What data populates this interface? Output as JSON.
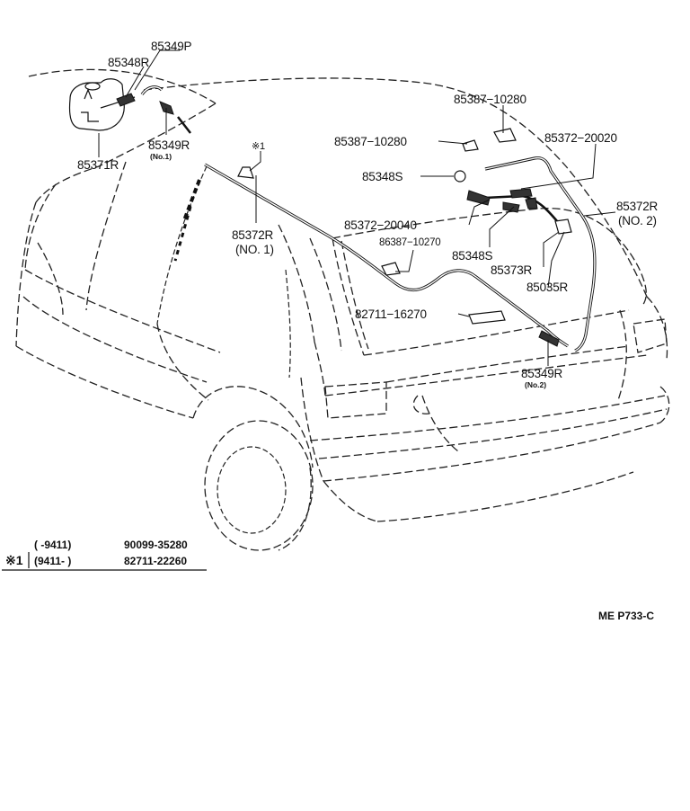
{
  "labels": {
    "p85349P": "85349P",
    "p85348R": "85348R",
    "p85349R_1": "85349R",
    "p85349R_1_sub": "(No.1)",
    "p85371R": "85371R",
    "ref_mark": "※1",
    "p85372R_1": "85372R",
    "p85372R_1_sub": "(NO. 1)",
    "p85387_10280_a": "85387−10280",
    "p85387_10280_b": "85387−10280",
    "p85372_20020": "85372−20020",
    "p85348S_a": "85348S",
    "p85372R_2": "85372R",
    "p85372R_2_sub": "(NO. 2)",
    "p85372_20040": "85372−20040",
    "p86387_10270": "86387−10270",
    "p85348S_b": "85348S",
    "p85373R": "85373R",
    "p85035R": "85035R",
    "p82711_16270": "82711−16270",
    "p85349R_2": "85349R",
    "p85349R_2_sub": "(No.2)"
  },
  "table": {
    "row1": {
      "range": "(        -9411)",
      "part": "90099-35280"
    },
    "row2": {
      "mark": "※1",
      "range": "(9411-         )",
      "part": "82711-22260"
    }
  },
  "figure_code": "ME P733-C"
}
